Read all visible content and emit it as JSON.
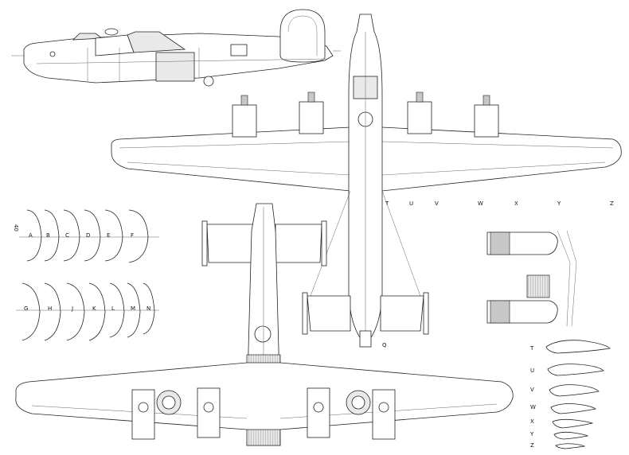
{
  "stations": {
    "wing": [
      "T",
      "U",
      "V",
      "W",
      "X",
      "Y",
      "Z"
    ],
    "fuselage_upper": [
      "A",
      "B",
      "C",
      "D",
      "E",
      "F"
    ],
    "fuselage_lower": [
      "G",
      "H",
      "J",
      "K",
      "L",
      "M",
      "N"
    ],
    "fuselage_side_number": "40",
    "tail_station": "Q",
    "airfoils": [
      "T",
      "U",
      "V",
      "W",
      "X",
      "Y",
      "Z"
    ]
  }
}
